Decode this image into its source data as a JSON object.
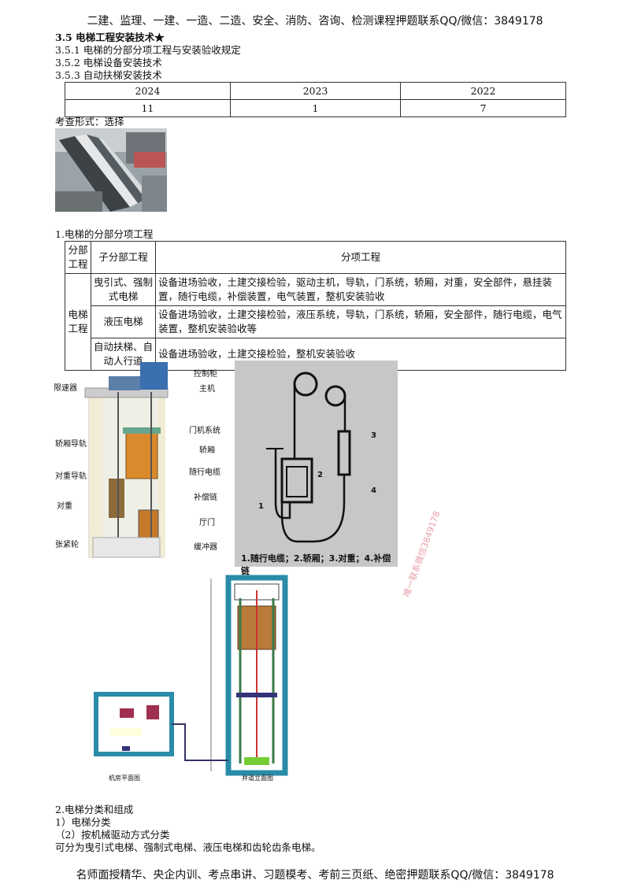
{
  "header": "二建、监理、一建、一造、二造、安全、消防、咨询、检测课程押题联系QQ/微信：3849178",
  "section_title": "3.5   电梯工程安装技术★",
  "subsections": [
    "3.5.1   电梯的分部分项工程与安装验收规定",
    "3.5.2   电梯设备安装技术",
    "3.5.3   自动扶梯安装技术"
  ],
  "years_table": {
    "headers": [
      "2024",
      "2023",
      "2022"
    ],
    "values": [
      "11",
      "1",
      "7"
    ]
  },
  "exam_form": "考查形式：选择",
  "heading1": "1.电梯的分部分项工程",
  "main_table": {
    "h1": "分部工程",
    "h2": "子分部工程",
    "h3": "分项工程",
    "division": "电梯工程",
    "rows": [
      {
        "sub": "曳引式、强制式电梯",
        "items": "设备进场验收，土建交接检验，驱动主机，导轨，门系统，轿厢，对重，安全部件，悬挂装置，随行电缆，补偿装置，电气装置，整机安装验收"
      },
      {
        "sub": "液压电梯",
        "items": "设备进场验收，土建交接检验，液压系统，导轨，门系统，轿厢，安全部件，随行电缆，电气装置，整机安装验收等"
      },
      {
        "sub": "自动扶梯、自动人行道",
        "items": "设备进场验收，土建交接检验，整机安装验收"
      }
    ]
  },
  "diagram1_labels": {
    "left": [
      "限速器",
      "轿厢导轨",
      "对重导轨",
      "对重",
      "张紧轮"
    ],
    "right": [
      "控制柜",
      "主机",
      "门机系统",
      "轿厢",
      "随行电缆",
      "补偿链",
      "厅门",
      "缓冲器"
    ]
  },
  "diagram2": {
    "numbers": [
      "1",
      "2",
      "3",
      "4"
    ],
    "caption": "1.随行电缆；2.轿厢；3.对重；4.补偿链"
  },
  "diagram3_labels": {
    "plan": "机房平面图",
    "elevation": "井道立面图"
  },
  "watermark": "唯一联系微信3849178",
  "heading2": "2.电梯分类和组成",
  "line_a": "1）电梯分类",
  "line_b": "（2）按机械驱动方式分类",
  "line_c": "可分为曳引式电梯、强制式电梯、液压电梯和齿轮齿条电梯。",
  "footer": "名师面授精华、央企内训、考点串讲、习题模考、考前三页纸、绝密押题联系QQ/微信：3849178"
}
